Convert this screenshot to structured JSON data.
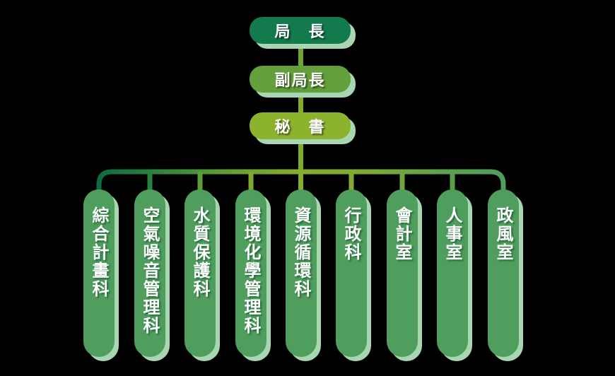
{
  "diagram_type": "organization-chart",
  "hierarchy": {
    "director": "局　長",
    "deputy_director": "副局長",
    "secretary": "秘　書"
  },
  "departments": [
    "綜合計畫科",
    "空氣噪音管理科",
    "水質保護科",
    "環境化學管理科",
    "資源循環科",
    "行政科",
    "會計室",
    "人事室",
    "政風室"
  ],
  "colors": {
    "background": "#000000",
    "director_box": "#137a4e",
    "deputy_box": "#639f3a",
    "secretary_box": "#8bb32e",
    "department_pill": "#4f9e5d",
    "offset_shadow": "#a9d6b2",
    "text": "#ffffff",
    "stub_v1": "#6fa42f",
    "stub_v2": "#82ac2d",
    "stub_v3": "#7cab2e",
    "grad_left": "#0d6b42",
    "grad_mid1": "#2d833d",
    "grad_mid2": "#68a231",
    "grad_center": "#85ad2c",
    "grad_mid3": "#7baa33",
    "grad_mid4": "#5ca24b",
    "grad_right": "#4f9e5d",
    "stub2": "#2a813e",
    "stub3": "#5f9e33",
    "stub4": "#7daa2d",
    "stub5": "#85ad2c",
    "stub6": "#80ab30",
    "stub7": "#6ca63d",
    "stub8": "#58a14b"
  }
}
